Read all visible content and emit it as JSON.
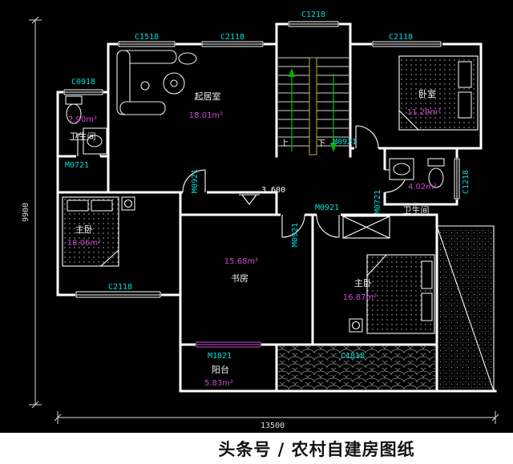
{
  "footer": {
    "text": "头条号 / 农村自建房图纸"
  },
  "dimensions": {
    "left_total": "9900",
    "bottom_total": "13500"
  },
  "elevation": {
    "value": "3.600"
  },
  "stairs": {
    "up": "上",
    "down": "下"
  },
  "labels": {
    "win_stair_top": "C1218",
    "win_living_1": "C1518",
    "win_living_2": "C2118",
    "win_bedroom_top": "C2118",
    "win_bath_left": "C0918",
    "win_master_left": "C2118",
    "win_bath_right": "C1218",
    "win_roof": "C1818",
    "door_bath_left": "M0721",
    "door_master_left": "M0921",
    "door_bedroom_top": "M0921",
    "door_study": "M0921",
    "door_master_right": "M0921",
    "door_bath_right": "M0721",
    "door_balcony": "M1821"
  },
  "rooms": {
    "bath_left": {
      "name": "卫生间",
      "area": "2.90m²"
    },
    "living": {
      "name": "起居室",
      "area": "18.01m²"
    },
    "bedroom_top": {
      "name": "卧室",
      "area": "11.29m²"
    },
    "bath_right": {
      "name": "卫生间",
      "area": "4.02m²"
    },
    "master_left": {
      "name": "主卧",
      "area": "18.06m²"
    },
    "study": {
      "name": "书房",
      "area": "15.68m²"
    },
    "master_right": {
      "name": "主卧",
      "area": "16.87m²"
    },
    "balcony": {
      "name": "阳台",
      "area": "5.83m²"
    }
  }
}
